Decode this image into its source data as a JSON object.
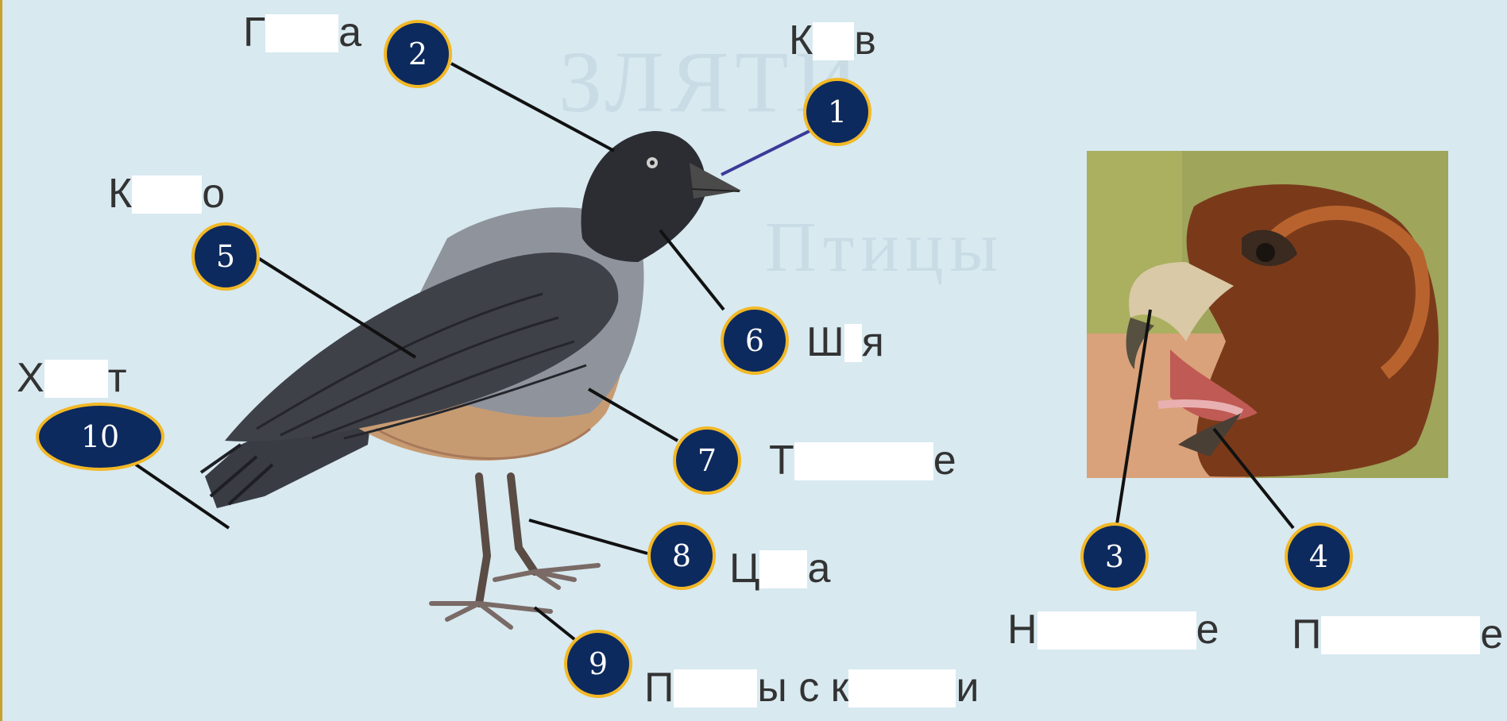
{
  "markers": [
    {
      "num": "1",
      "label_start": "К",
      "label_end": "в"
    },
    {
      "num": "2",
      "label_start": "Г",
      "label_end": "а"
    },
    {
      "num": "3",
      "label_start": "Н",
      "label_end": "е"
    },
    {
      "num": "4",
      "label_start": "П",
      "label_end": "е"
    },
    {
      "num": "5",
      "label_start": "К",
      "label_end": "о"
    },
    {
      "num": "6",
      "label_start": "Ш",
      "label_end": "я"
    },
    {
      "num": "7",
      "label_start": "Т",
      "label_end": "е"
    },
    {
      "num": "8",
      "label_start": "Ц",
      "label_end": "а"
    },
    {
      "num": "9",
      "label_start": "П",
      "label_mid": "ы с к",
      "label_end": "и"
    },
    {
      "num": "10",
      "label_start": "Х",
      "label_end": "т"
    }
  ],
  "colors": {
    "background": "#d8e9f0",
    "marker_fill": "#0d2a5e",
    "marker_border": "#f2b825",
    "blank": "#ffffff"
  }
}
